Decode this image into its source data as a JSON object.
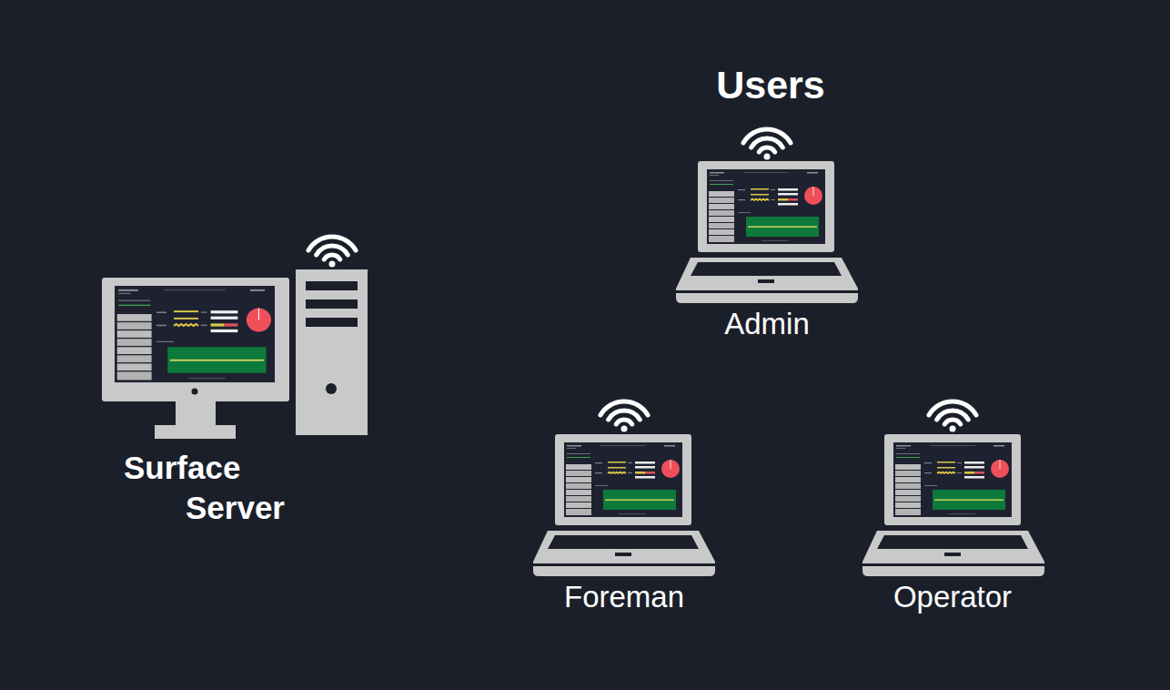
{
  "diagram": {
    "nodes": [
      {
        "text": [
          "Surface Server"
        ]
      },
      {
        "text": [
          "Admin"
        ]
      },
      {
        "text": [
          "Foreman"
        ]
      },
      {
        "text": [
          "Operator"
        ]
      }
    ],
    "labels": [
      "Users"
    ]
  }
}
